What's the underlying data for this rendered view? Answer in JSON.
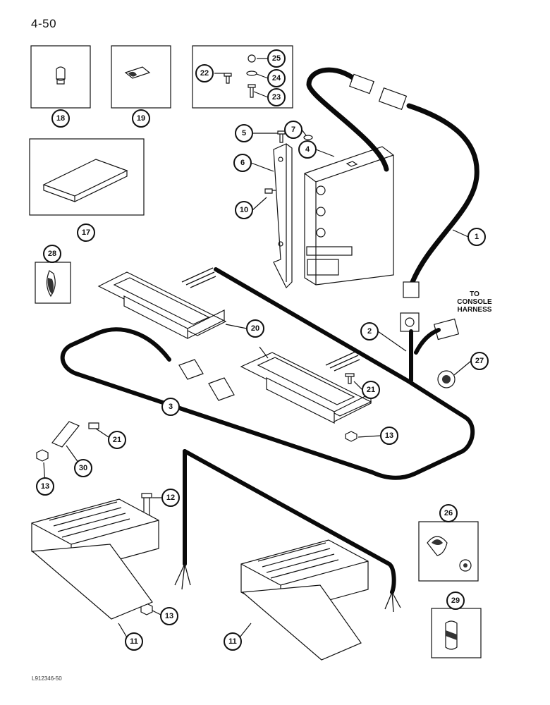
{
  "page_number": "4-50",
  "figure_code": "L912346-50",
  "console_label": [
    "TO",
    "CONSOLE",
    "HARNESS"
  ],
  "callouts": [
    {
      "id": "c18",
      "label": "18"
    },
    {
      "id": "c19",
      "label": "19"
    },
    {
      "id": "c22",
      "label": "22"
    },
    {
      "id": "c25",
      "label": "25"
    },
    {
      "id": "c24",
      "label": "24"
    },
    {
      "id": "c23",
      "label": "23"
    },
    {
      "id": "c17",
      "label": "17"
    },
    {
      "id": "c5",
      "label": "5"
    },
    {
      "id": "c7",
      "label": "7"
    },
    {
      "id": "c6",
      "label": "6"
    },
    {
      "id": "c4",
      "label": "4"
    },
    {
      "id": "c10",
      "label": "10"
    },
    {
      "id": "c1",
      "label": "1"
    },
    {
      "id": "c28",
      "label": "28"
    },
    {
      "id": "c20",
      "label": "20"
    },
    {
      "id": "c2",
      "label": "2"
    },
    {
      "id": "c27",
      "label": "27"
    },
    {
      "id": "c21a",
      "label": "21"
    },
    {
      "id": "c3",
      "label": "3"
    },
    {
      "id": "c21b",
      "label": "21"
    },
    {
      "id": "c13a",
      "label": "13"
    },
    {
      "id": "c30",
      "label": "30"
    },
    {
      "id": "c13b",
      "label": "13"
    },
    {
      "id": "c12",
      "label": "12"
    },
    {
      "id": "c26",
      "label": "26"
    },
    {
      "id": "c29",
      "label": "29"
    },
    {
      "id": "c13c",
      "label": "13"
    },
    {
      "id": "c11a",
      "label": "11"
    },
    {
      "id": "c11b",
      "label": "11"
    }
  ]
}
